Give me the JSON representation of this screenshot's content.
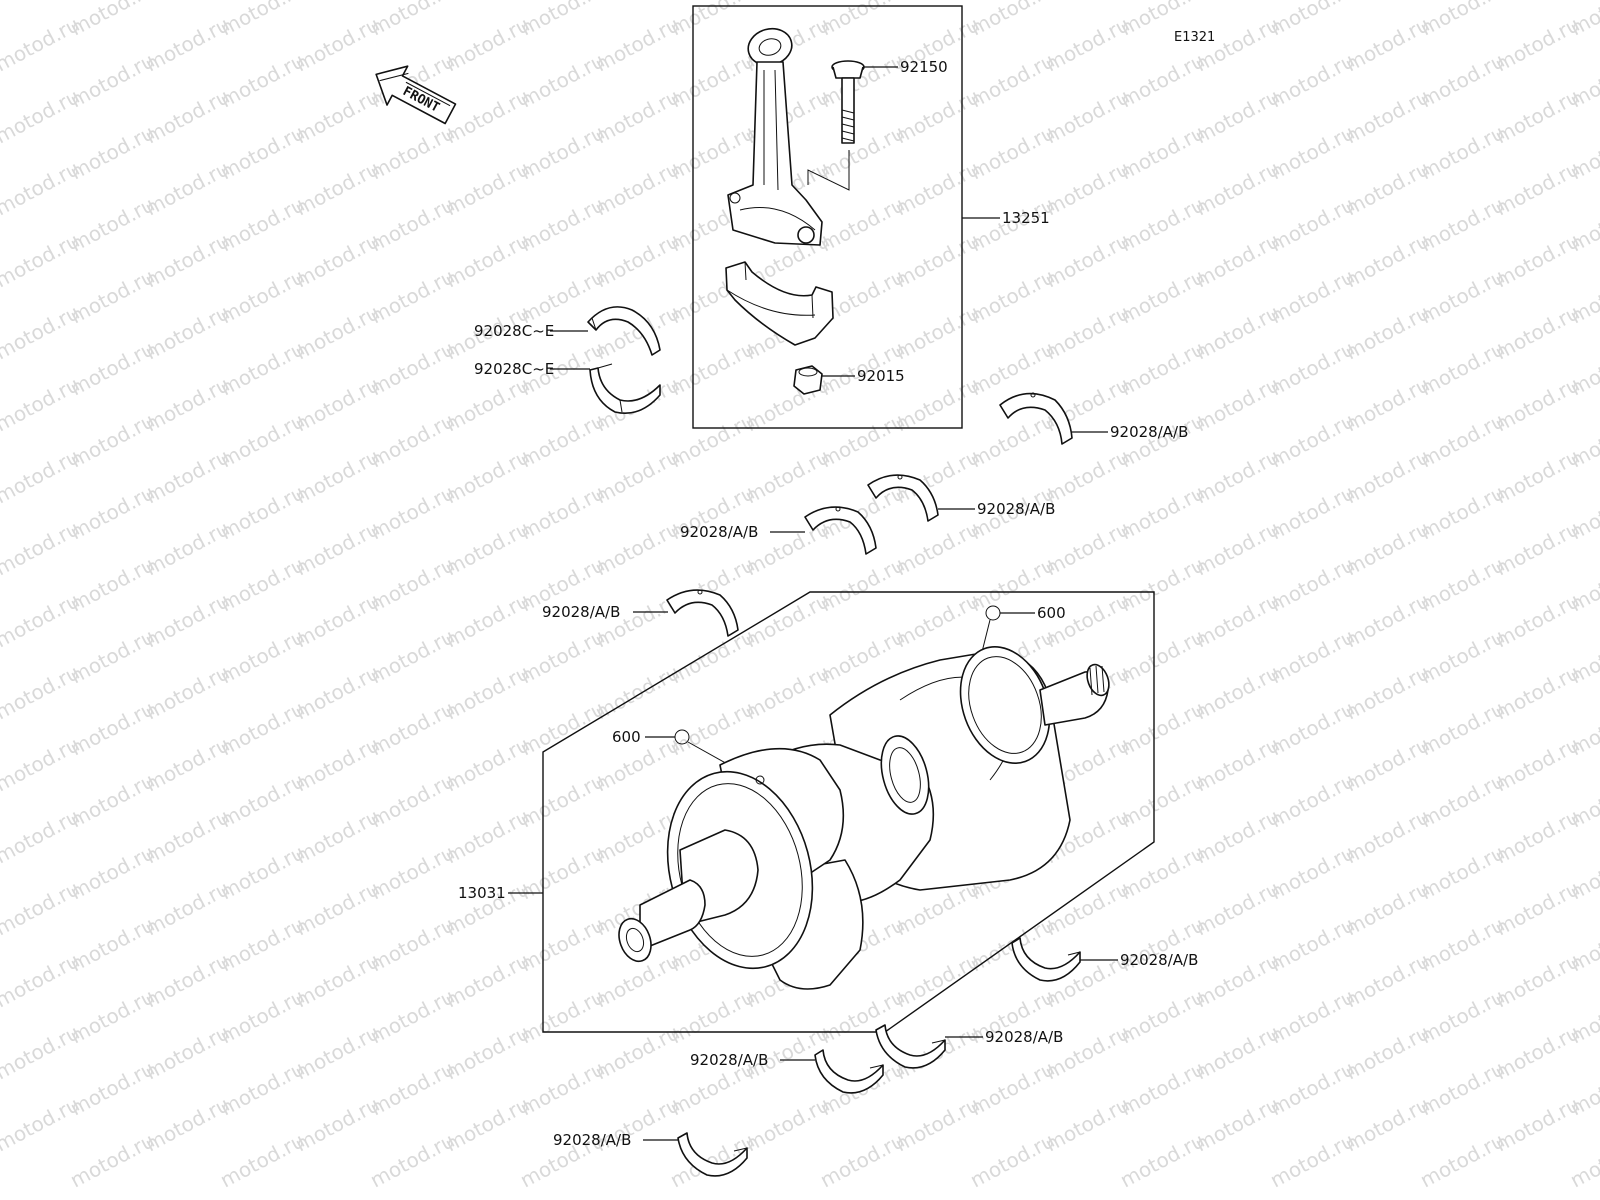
{
  "diagram_code": "E1321",
  "front_label": "FRONT",
  "watermark": "motod.ru",
  "parts": {
    "connecting_rod_assembly": "13251",
    "rod_bolt": "92150",
    "rod_nut": "92015",
    "rod_bearing_upper": "92028C~E",
    "rod_bearing_lower": "92028C~E",
    "crankshaft": "13031",
    "oil_mark_rear": "600",
    "oil_mark_front": "600",
    "main_bearing_1": "92028/A/B",
    "main_bearing_2": "92028/A/B",
    "main_bearing_3": "92028/A/B",
    "main_bearing_4": "92028/A/B",
    "main_bearing_5": "92028/A/B",
    "main_bearing_6": "92028/A/B",
    "main_bearing_7": "92028/A/B",
    "main_bearing_8": "92028/A/B"
  }
}
